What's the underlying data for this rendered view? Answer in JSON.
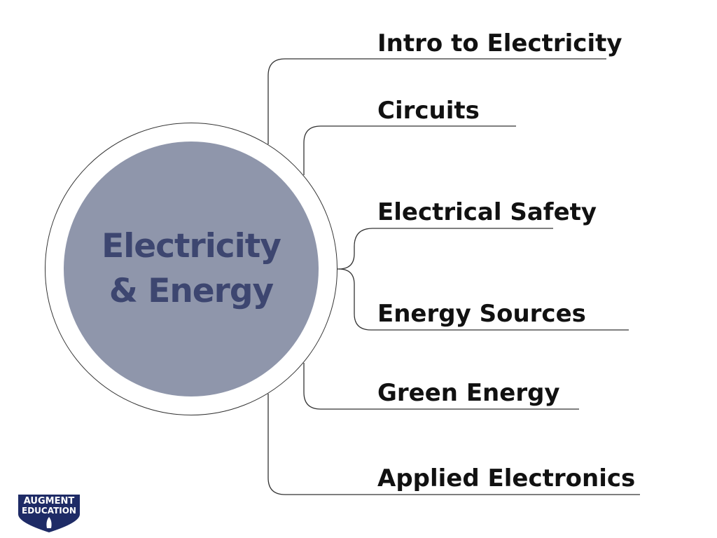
{
  "central_topic": {
    "line1": "Electricity",
    "line2": "& Energy"
  },
  "topics": [
    {
      "label": "Intro to Electricity"
    },
    {
      "label": "Circuits"
    },
    {
      "label": "Electrical Safety"
    },
    {
      "label": "Energy Sources"
    },
    {
      "label": "Green Energy"
    },
    {
      "label": "Applied Electronics"
    }
  ],
  "logo": {
    "line1": "AUGMENT",
    "line2": "EDUCATION"
  },
  "colors": {
    "disc_fill": "#8f96ab",
    "title_text": "#3d4670",
    "connector_line": "#333333",
    "logo_primary": "#1e2b66"
  }
}
